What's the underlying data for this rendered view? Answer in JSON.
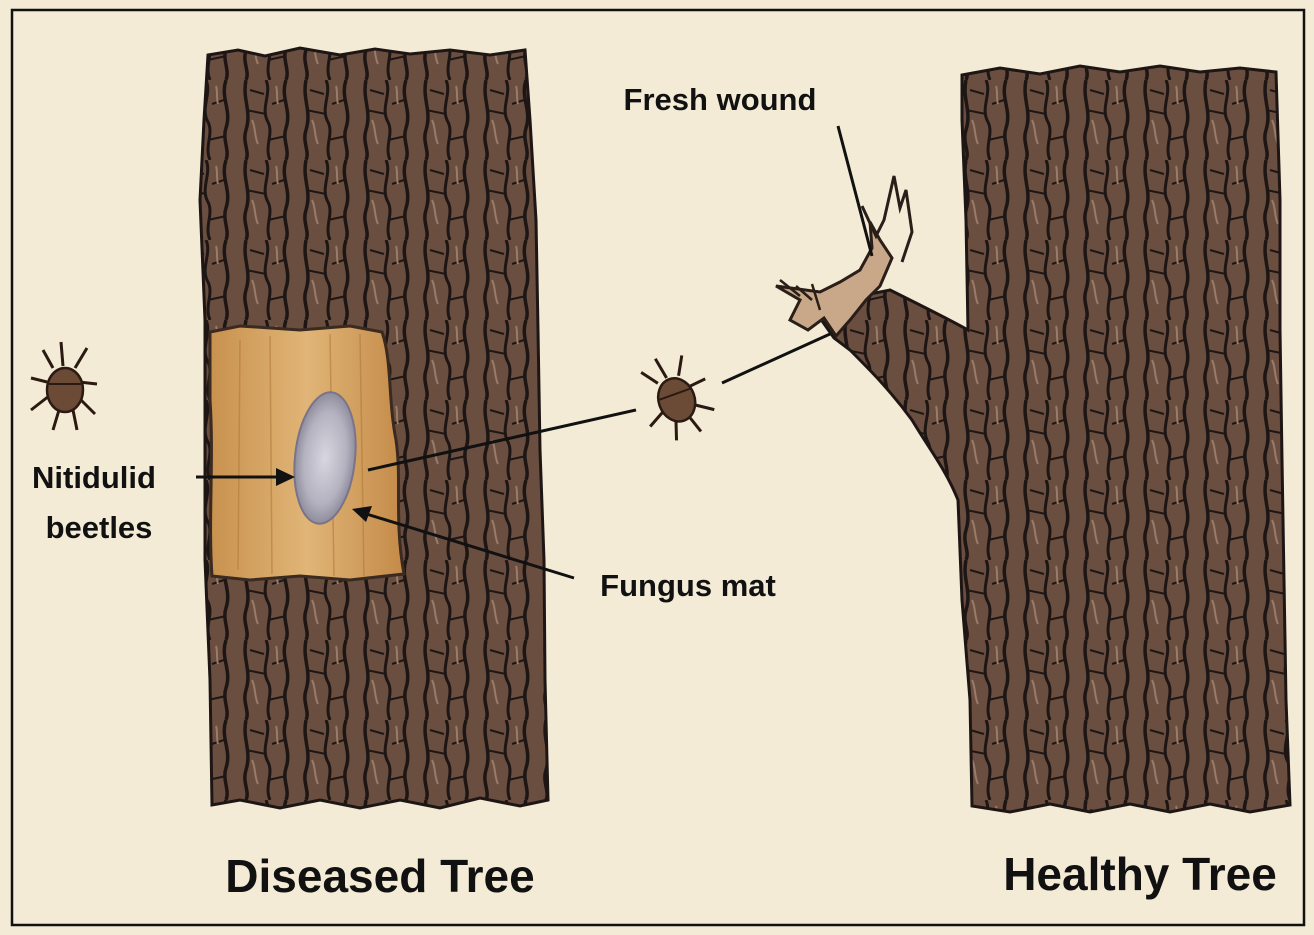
{
  "colors": {
    "paper": "#f3ebd6",
    "frame": "#111111",
    "bark_dark": "#2b2220",
    "bark_mid": "#5a4338",
    "bark_light": "#8a6a58",
    "sapwood": "#d8a868",
    "fungus": "#b9b7c2",
    "beetle": "#5a3a2a"
  },
  "labels": {
    "nitidulid": "Nitidulid",
    "beetles": "beetles",
    "fresh_wound": "Fresh wound",
    "fungus_mat": "Fungus mat",
    "diseased_tree": "Diseased Tree",
    "healthy_tree": "Healthy Tree"
  },
  "icons": {
    "beetle_left": "beetle-icon",
    "beetle_flying": "beetle-icon"
  }
}
